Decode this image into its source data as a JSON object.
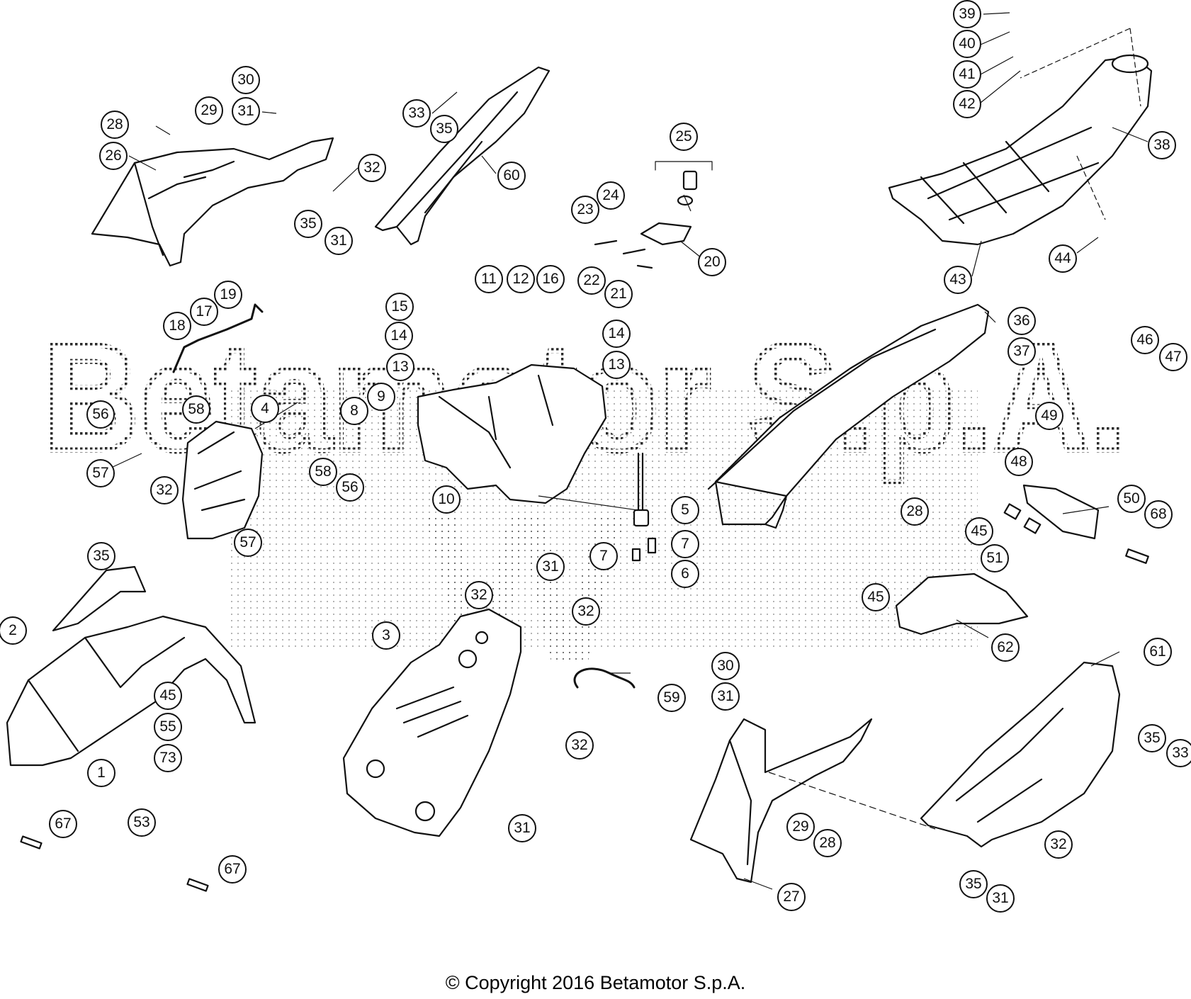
{
  "diagram": {
    "watermark_text": "Betamotor S.p.A.",
    "colors": {
      "line": "#111111",
      "watermark": "#2a2a2a",
      "background": "#ffffff"
    },
    "callouts": [
      {
        "id": "c39a",
        "label": "39"
      },
      {
        "id": "c40a",
        "label": "40"
      },
      {
        "id": "c41a",
        "label": "41"
      },
      {
        "id": "c42a",
        "label": "42"
      },
      {
        "id": "c38a",
        "label": "38"
      },
      {
        "id": "c43a",
        "label": "43"
      },
      {
        "id": "c44a",
        "label": "44"
      },
      {
        "id": "c30a",
        "label": "30"
      },
      {
        "id": "c31a",
        "label": "31"
      },
      {
        "id": "c28a",
        "label": "28"
      },
      {
        "id": "c29a",
        "label": "29"
      },
      {
        "id": "c26a",
        "label": "26"
      },
      {
        "id": "c32a",
        "label": "32"
      },
      {
        "id": "c35a",
        "label": "35"
      },
      {
        "id": "c31b",
        "label": "31"
      },
      {
        "id": "c33a",
        "label": "33"
      },
      {
        "id": "c35b",
        "label": "35"
      },
      {
        "id": "c60a",
        "label": "60"
      },
      {
        "id": "c25a",
        "label": "25"
      },
      {
        "id": "c24a",
        "label": "24"
      },
      {
        "id": "c23a",
        "label": "23"
      },
      {
        "id": "c22a",
        "label": "22"
      },
      {
        "id": "c21a",
        "label": "21"
      },
      {
        "id": "c20a",
        "label": "20"
      },
      {
        "id": "c19a",
        "label": "19"
      },
      {
        "id": "c17a",
        "label": "17"
      },
      {
        "id": "c18a",
        "label": "18"
      },
      {
        "id": "c11a",
        "label": "11"
      },
      {
        "id": "c12a",
        "label": "12"
      },
      {
        "id": "c16a",
        "label": "16"
      },
      {
        "id": "c15a",
        "label": "15"
      },
      {
        "id": "c14a",
        "label": "14"
      },
      {
        "id": "c14b",
        "label": "14"
      },
      {
        "id": "c13a",
        "label": "13"
      },
      {
        "id": "c13b",
        "label": "13"
      },
      {
        "id": "c9a",
        "label": "9"
      },
      {
        "id": "c8a",
        "label": "8"
      },
      {
        "id": "c10a",
        "label": "10"
      },
      {
        "id": "c36a",
        "label": "36"
      },
      {
        "id": "c37a",
        "label": "37"
      },
      {
        "id": "c46a",
        "label": "46"
      },
      {
        "id": "c47a",
        "label": "47"
      },
      {
        "id": "c49a",
        "label": "49"
      },
      {
        "id": "c48a",
        "label": "48"
      },
      {
        "id": "c56a",
        "label": "56"
      },
      {
        "id": "c58a",
        "label": "58"
      },
      {
        "id": "c4a",
        "label": "4"
      },
      {
        "id": "c57a",
        "label": "57"
      },
      {
        "id": "c58b",
        "label": "58"
      },
      {
        "id": "c56b",
        "label": "56"
      },
      {
        "id": "c57b",
        "label": "57"
      },
      {
        "id": "c32b",
        "label": "32"
      },
      {
        "id": "c35c",
        "label": "35"
      },
      {
        "id": "c5a",
        "label": "5"
      },
      {
        "id": "c7a",
        "label": "7"
      },
      {
        "id": "c7b",
        "label": "7"
      },
      {
        "id": "c6a",
        "label": "6"
      },
      {
        "id": "c50a",
        "label": "50"
      },
      {
        "id": "c68a",
        "label": "68"
      },
      {
        "id": "c51a",
        "label": "51"
      },
      {
        "id": "c28b",
        "label": "28"
      },
      {
        "id": "c45a",
        "label": "45"
      },
      {
        "id": "c45b",
        "label": "45"
      },
      {
        "id": "c62a",
        "label": "62"
      },
      {
        "id": "c2a",
        "label": "2"
      },
      {
        "id": "c31c",
        "label": "31"
      },
      {
        "id": "c32c",
        "label": "32"
      },
      {
        "id": "c32d",
        "label": "32"
      },
      {
        "id": "c3a",
        "label": "3"
      },
      {
        "id": "c59a",
        "label": "59"
      },
      {
        "id": "c1a",
        "label": "1"
      },
      {
        "id": "c45c",
        "label": "45"
      },
      {
        "id": "c55a",
        "label": "55"
      },
      {
        "id": "c73a",
        "label": "73"
      },
      {
        "id": "c53a",
        "label": "53"
      },
      {
        "id": "c67a",
        "label": "67"
      },
      {
        "id": "c67b",
        "label": "67"
      },
      {
        "id": "c32e",
        "label": "32"
      },
      {
        "id": "c31d",
        "label": "31"
      },
      {
        "id": "c30b",
        "label": "30"
      },
      {
        "id": "c31e",
        "label": "31"
      },
      {
        "id": "c29b",
        "label": "29"
      },
      {
        "id": "c28c",
        "label": "28"
      },
      {
        "id": "c27a",
        "label": "27"
      },
      {
        "id": "c61a",
        "label": "61"
      },
      {
        "id": "c35d",
        "label": "35"
      },
      {
        "id": "c33b",
        "label": "33"
      },
      {
        "id": "c32f",
        "label": "32"
      },
      {
        "id": "c35e",
        "label": "35"
      },
      {
        "id": "c31f",
        "label": "31"
      }
    ]
  },
  "footer": {
    "copyright": "© Copyright 2016 Betamotor S.p.A."
  }
}
